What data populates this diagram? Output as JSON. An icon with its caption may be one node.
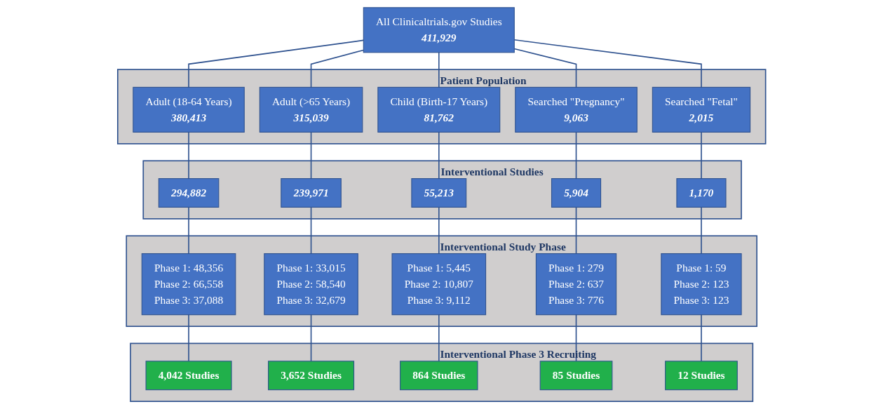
{
  "diagram": {
    "nodes": [
      {
        "text": [
          "All Clinicaltrials.gov Studies",
          "411,929"
        ]
      },
      {
        "text": [
          "Patient Population"
        ]
      },
      {
        "text": [
          "Adult (18-64 Years)",
          "380,413"
        ],
        "in": 1
      },
      {
        "text": [
          "Adult (>65 Years)",
          "315,039"
        ],
        "in": 1
      },
      {
        "text": [
          "Child (Birth-17 Years)",
          "81,762"
        ],
        "in": 1
      },
      {
        "text": [
          "Searched \"Pregnancy\"",
          "9,063"
        ],
        "in": 1
      },
      {
        "text": [
          "Searched \"Fetal\"",
          "2,015"
        ],
        "in": 1
      },
      {
        "text": [
          "Interventional Studies"
        ]
      },
      {
        "text": [
          "294,882"
        ],
        "in": 7
      },
      {
        "text": [
          "239,971"
        ],
        "in": 7
      },
      {
        "text": [
          "55,213"
        ],
        "in": 7
      },
      {
        "text": [
          "5,904"
        ],
        "in": 7
      },
      {
        "text": [
          "1,170"
        ],
        "in": 7
      },
      {
        "text": [
          "Interventional Study Phase"
        ]
      },
      {
        "text": [
          "Phase 1: 48,356",
          "Phase 2: 66,558",
          "Phase 3: 37,088"
        ],
        "in": 13
      },
      {
        "text": [
          "Phase 1: 33,015",
          "Phase 2: 58,540",
          "Phase 3: 32,679"
        ],
        "in": 13
      },
      {
        "text": [
          "Phase 1: 5,445",
          "Phase 2: 10,807",
          "Phase 3: 9,112"
        ],
        "in": 13
      },
      {
        "text": [
          "Phase 1: 279",
          "Phase 2: 637",
          "Phase 3: 776"
        ],
        "in": 13
      },
      {
        "text": [
          "Phase 1: 59",
          "Phase 2: 123",
          "Phase 3: 123"
        ],
        "in": 13
      },
      {
        "text": [
          "Interventional Phase 3 Recruiting"
        ]
      },
      {
        "text": [
          "4,042 Studies"
        ],
        "in": 19
      },
      {
        "text": [
          "3,652 Studies"
        ],
        "in": 19
      },
      {
        "text": [
          "864 Studies"
        ],
        "in": 19
      },
      {
        "text": [
          "85 Studies"
        ],
        "in": 19
      },
      {
        "text": [
          "12 Studies"
        ],
        "in": 19
      }
    ],
    "edges": [
      {
        "from": 0,
        "to": 2,
        "arrow": "none"
      },
      {
        "from": 0,
        "to": 3,
        "arrow": "none"
      },
      {
        "from": 0,
        "to": 4,
        "arrow": "none"
      },
      {
        "from": 0,
        "to": 5,
        "arrow": "none"
      },
      {
        "from": 0,
        "to": 6,
        "arrow": "none"
      },
      {
        "from": 2,
        "to": 8,
        "arrow": "none"
      },
      {
        "from": 3,
        "to": 9,
        "arrow": "none"
      },
      {
        "from": 4,
        "to": 10,
        "arrow": "none"
      },
      {
        "from": 5,
        "to": 11,
        "arrow": "none"
      },
      {
        "from": 6,
        "to": 12,
        "arrow": "none"
      },
      {
        "from": 8,
        "to": 14,
        "arrow": "none"
      },
      {
        "from": 9,
        "to": 15,
        "arrow": "none"
      },
      {
        "from": 10,
        "to": 16,
        "arrow": "none"
      },
      {
        "from": 11,
        "to": 17,
        "arrow": "none"
      },
      {
        "from": 12,
        "to": 18,
        "arrow": "none"
      },
      {
        "from": 14,
        "to": 20,
        "arrow": "none"
      },
      {
        "from": 15,
        "to": 21,
        "arrow": "none"
      },
      {
        "from": 16,
        "to": 22,
        "arrow": "none"
      },
      {
        "from": 17,
        "to": 23,
        "arrow": "none"
      },
      {
        "from": 18,
        "to": 24,
        "arrow": "none"
      }
    ]
  }
}
